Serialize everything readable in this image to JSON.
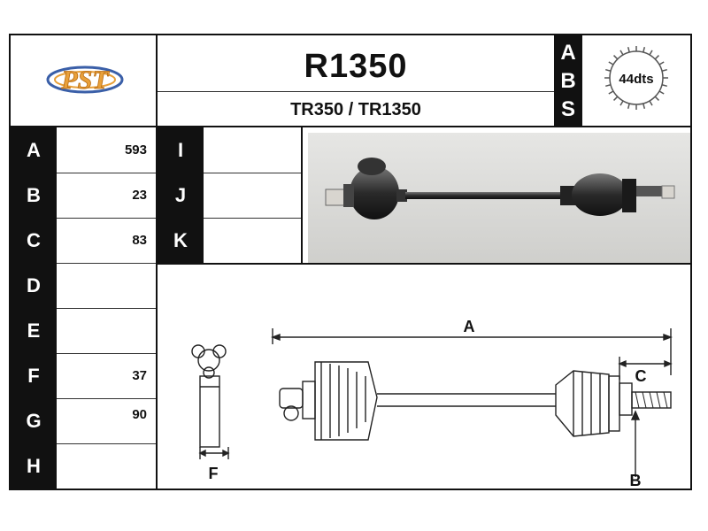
{
  "header": {
    "logo_text": "PST",
    "part_number": "R1350",
    "cross_refs": "TR350 / TR1350",
    "abs_letters": [
      "A",
      "B",
      "S"
    ],
    "abs_teeth": "44dts"
  },
  "specs_left": [
    {
      "label": "A",
      "value": "593"
    },
    {
      "label": "B",
      "value": "23"
    },
    {
      "label": "C",
      "value": "83"
    },
    {
      "label": "D",
      "value": ""
    },
    {
      "label": "E",
      "value": ""
    },
    {
      "label": "F",
      "value": "37"
    },
    {
      "label": "G",
      "value": "90"
    },
    {
      "label": "H",
      "value": ""
    }
  ],
  "specs_mid": [
    {
      "label": "I",
      "value": ""
    },
    {
      "label": "J",
      "value": ""
    },
    {
      "label": "K",
      "value": ""
    }
  ],
  "diagram": {
    "dim_A": "A",
    "dim_B": "B",
    "dim_C": "C",
    "dim_F": "F"
  },
  "colors": {
    "label_bg": "#111111",
    "logo_orange": "#e8a03a",
    "logo_blue": "#3a5fa8"
  }
}
